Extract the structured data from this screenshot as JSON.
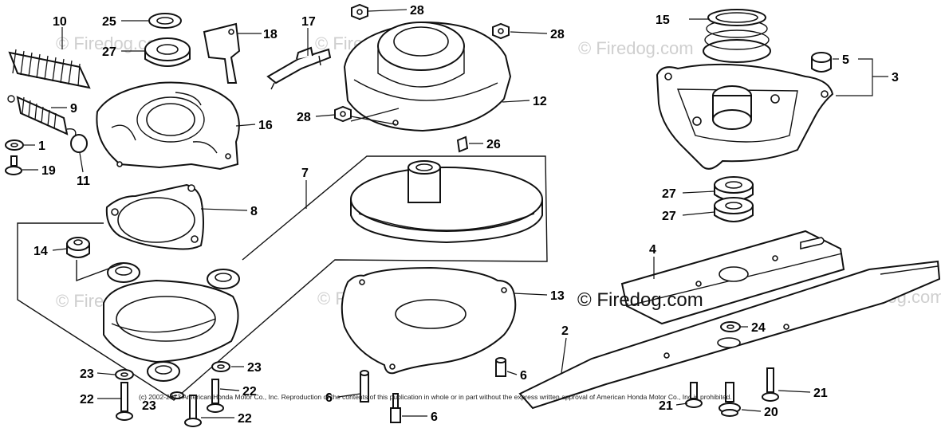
{
  "watermark": {
    "faded_text": "© Firedog.com",
    "main_text": "© Firedog.com"
  },
  "copyright": "(c) 2002-2013 American Honda Motor Co., Inc. Reproduction of the contents of this publication in whole or in part without the express written approval of American Honda Motor Co., Inc is prohibited.",
  "callouts": {
    "c1": "1",
    "c2": "2",
    "c3": "3",
    "c4": "4",
    "c5": "5",
    "c6a": "6",
    "c6b": "6",
    "c6c": "6",
    "c7": "7",
    "c8": "8",
    "c9": "9",
    "c10": "10",
    "c11": "11",
    "c12": "12",
    "c13": "13",
    "c14": "14",
    "c15": "15",
    "c16": "16",
    "c17": "17",
    "c18": "18",
    "c19": "19",
    "c20": "20",
    "c21a": "21",
    "c21b": "21",
    "c22a": "22",
    "c22b": "22",
    "c22c": "22",
    "c23a": "23",
    "c23b": "23",
    "c23c": "23",
    "c24": "24",
    "c25": "25",
    "c26": "26",
    "c27a": "27",
    "c27b": "27",
    "c27c": "27",
    "c28a": "28",
    "c28b": "28",
    "c28c": "28"
  }
}
